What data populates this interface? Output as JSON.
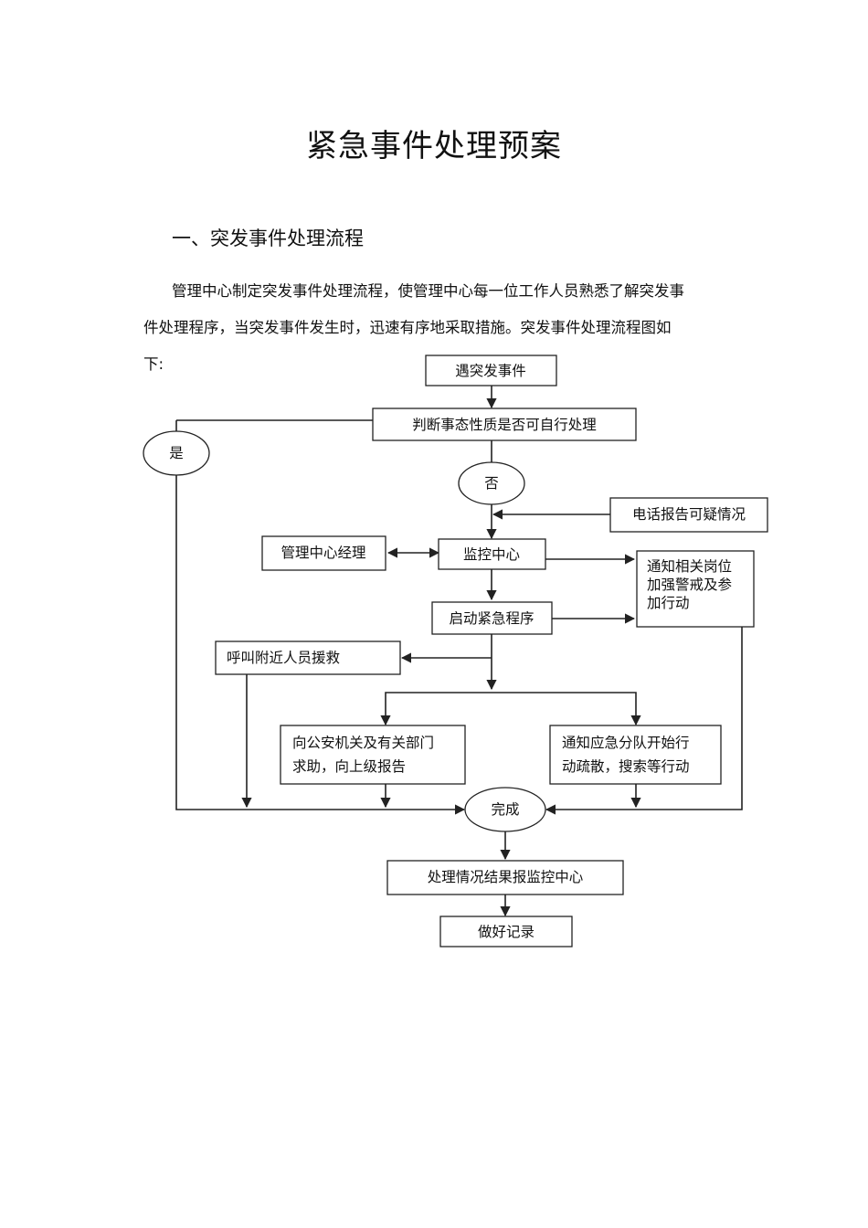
{
  "document": {
    "title": "紧急事件处理预案",
    "section_heading": "一、突发事件处理流程",
    "paragraph_lines": [
      "管理中心制定突发事件处理流程，使管理中心每一位工作人员熟悉了解突发事",
      "件处理程序，当突发事件发生时，迅速有序地采取措施。突发事件处理流程图如",
      "下:"
    ]
  },
  "flowchart": {
    "start": "遇突发事件",
    "judge": "判断事态性质是否可自行处理",
    "yes": "是",
    "no": "否",
    "phone_report": "电话报告可疑情况",
    "manager": "管理中心经理",
    "monitor_center": "监控中心",
    "notify_posts": [
      "通知相关岗位",
      "加强警戒及参",
      "加行动"
    ],
    "start_emergency": "启动紧急程序",
    "call_help": "呼叫附近人员援救",
    "police": [
      "向公安机关及有关部门",
      "求助，向上级报告"
    ],
    "team": [
      "通知应急分队开始行",
      "动疏散，搜索等行动"
    ],
    "complete": "完成",
    "report_result": "处理情况结果报监控中心",
    "record": "做好记录"
  }
}
